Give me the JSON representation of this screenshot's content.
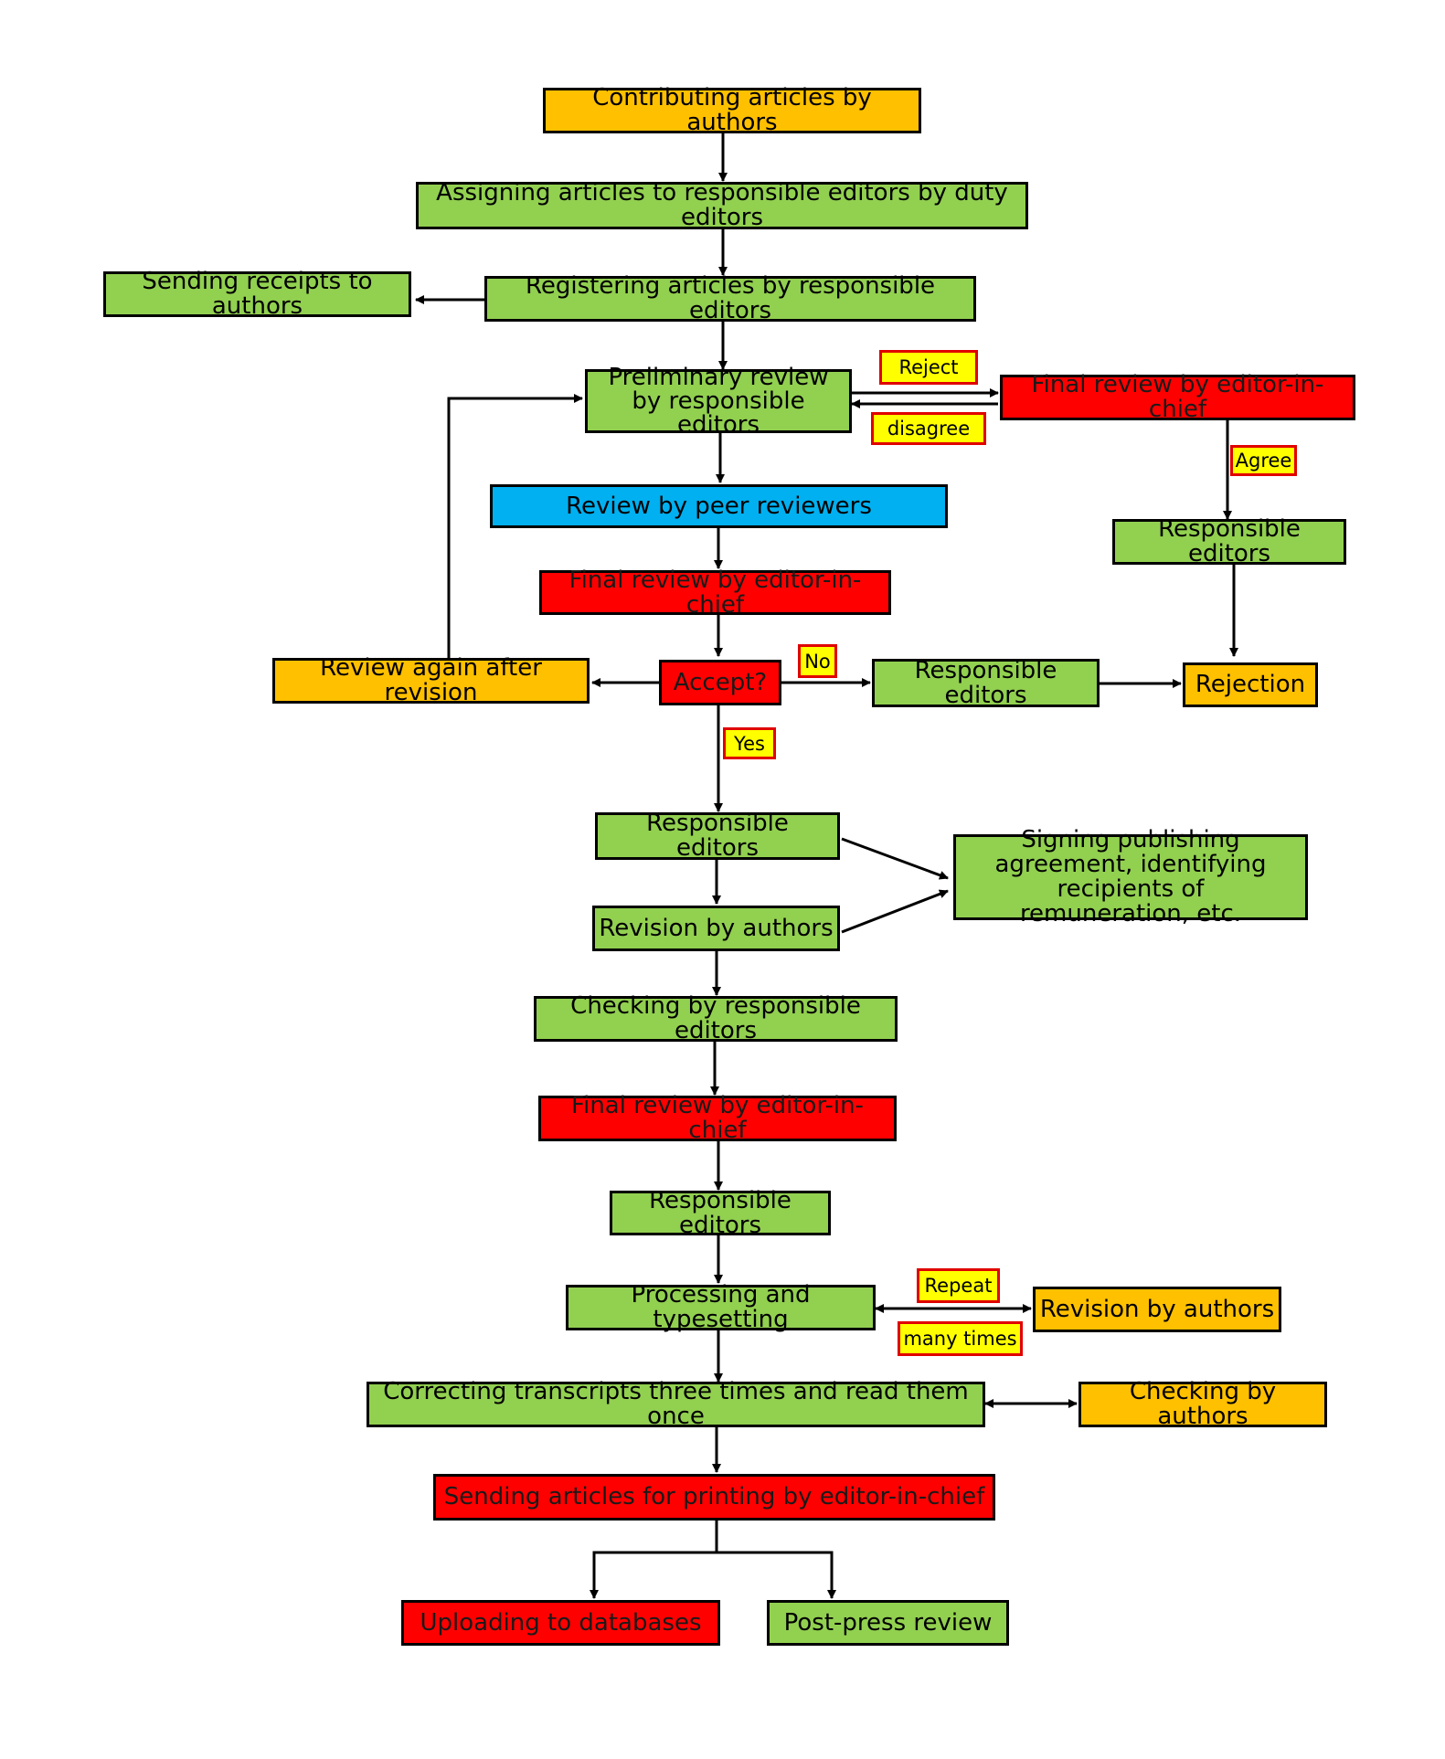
{
  "colors": {
    "orange": "#ffc000",
    "green": "#92d050",
    "red": "#ff0000",
    "blue": "#00b0f0",
    "label_fill": "#ffff00",
    "label_border": "#e00000"
  },
  "nodes": {
    "contributing": "Contributing articles by authors",
    "assigning": "Assigning articles to responsible editors by duty editors",
    "sending_receipts": "Sending receipts to authors",
    "registering": "Registering articles by responsible editors",
    "preliminary": "Preliminary review by responsible editors",
    "final_top": "Final review by editor-in-chief",
    "peer": "Review by peer reviewers",
    "responsible_right": "Responsible editors",
    "final_mid": "Final review by editor-in-chief",
    "review_again": "Review again after revision",
    "accept": "Accept?",
    "responsible_no": "Responsible editors",
    "rejection": "Rejection",
    "responsible_yes": "Responsible editors",
    "signing": "Signing publishing agreement, identifying recipients of remuneration, etc.",
    "revision_authors": "Revision by authors",
    "checking_editors": "Checking by responsible editors",
    "final_low": "Final review by editor-in-chief",
    "responsible_low": "Responsible editors",
    "processing": "Processing and typesetting",
    "revision_authors_2": "Revision by authors",
    "correcting": "Correcting transcripts three times and read them once",
    "checking_authors": "Checking by authors",
    "sending_printing": "Sending articles for printing by editor-in-chief",
    "uploading": "Uploading to databases",
    "post_press": "Post-press review"
  },
  "labels": {
    "reject": "Reject",
    "disagree": "disagree",
    "agree": "Agree",
    "no": "No",
    "yes": "Yes",
    "repeat": "Repeat",
    "many_times": "many times"
  }
}
